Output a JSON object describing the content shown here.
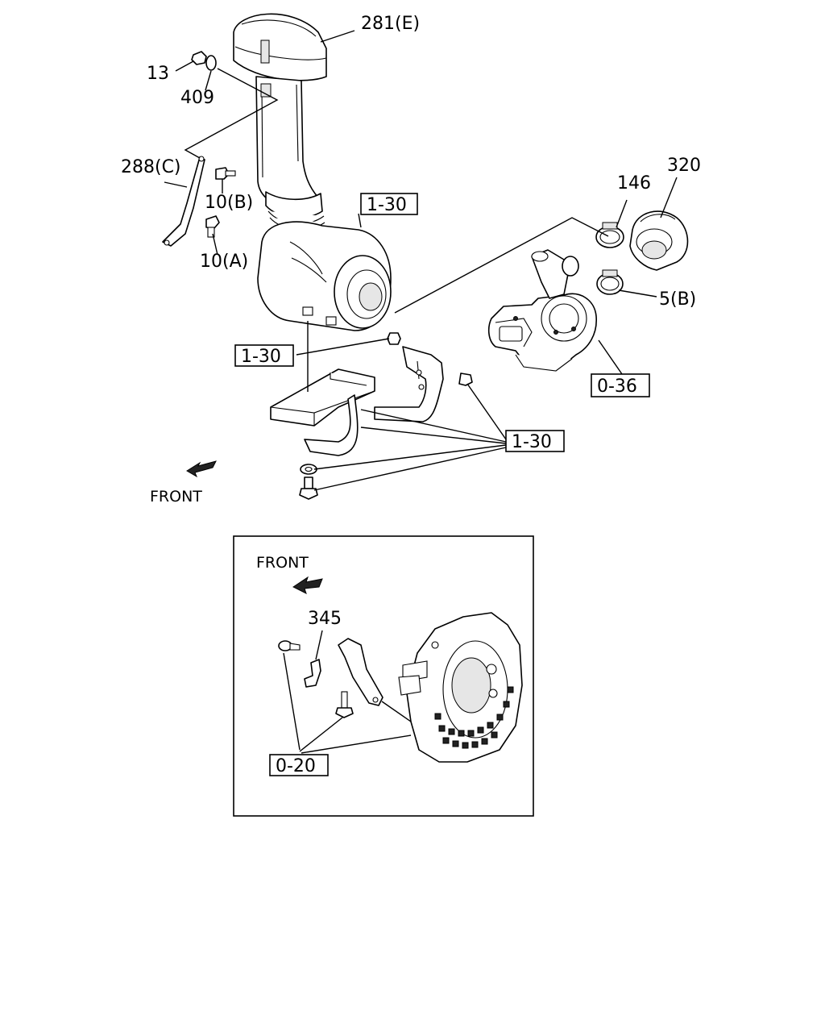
{
  "labels": {
    "p281e": "281(E)",
    "p13": "13",
    "p409": "409",
    "p288c": "288(C)",
    "p10b": "10(B)",
    "p10a": "10(A)",
    "p146": "146",
    "p320": "320",
    "p5b": "5(B)",
    "p345": "345"
  },
  "refs": {
    "r130_top": "1-30",
    "r130_mid": "1-30",
    "r130_bot": "1-30",
    "r036": "0-36",
    "r020": "0-20"
  },
  "front_main": "FRONT",
  "front_inset": "FRONT"
}
